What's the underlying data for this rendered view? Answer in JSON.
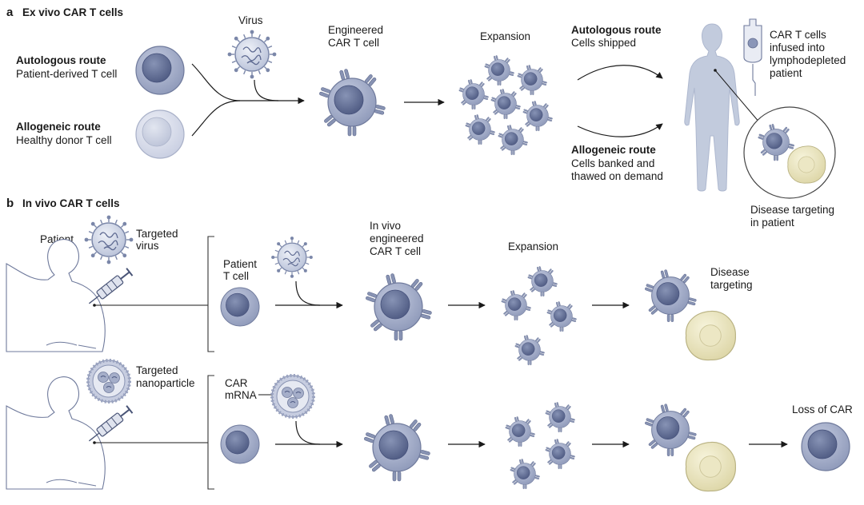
{
  "panel_a": {
    "letter": "a",
    "title": "Ex vivo CAR T cells",
    "autologous_heading": "Autologous route",
    "autologous_text": "Patient-derived T cell",
    "allogeneic_heading": "Allogeneic route",
    "allogeneic_text": "Healthy donor T cell",
    "virus_label": "Virus",
    "engineered_label": [
      "Engineered",
      "CAR T cell"
    ],
    "expansion_label": "Expansion",
    "route_auto_heading": "Autologous route",
    "route_auto_text": "Cells shipped",
    "route_allo_heading": "Allogeneic route",
    "route_allo_text": [
      "Cells banked and",
      "thawed on demand"
    ],
    "infused_label": [
      "CAR T cells",
      "infused into",
      "lymphodepleted",
      "patient"
    ],
    "disease_label": [
      "Disease targeting",
      "in patient"
    ]
  },
  "panel_b": {
    "letter": "b",
    "title": "In vivo CAR T cells",
    "patient_label": "Patient",
    "targeted_virus_label": [
      "Targeted",
      "virus"
    ],
    "patient_tcell_label": [
      "Patient",
      "T cell"
    ],
    "invivo_label": [
      "In vivo",
      "engineered",
      "CAR T cell"
    ],
    "expansion_label": "Expansion",
    "disease_label": [
      "Disease",
      "targeting"
    ],
    "targeted_np_label": [
      "Targeted",
      "nanoparticle"
    ],
    "car_mrna_label": [
      "CAR",
      "mRNA"
    ],
    "loss_label": "Loss of CAR"
  },
  "colors": {
    "tcell_outer": "#9ba5c3",
    "tcell_nucleus": "#5d6a91",
    "healthy_outer": "#d4d9e8",
    "tumor_outer": "#e8e3b9",
    "receptor": "#7e8aab",
    "body": "#c2cbdd",
    "virus": "#8a96b8"
  }
}
